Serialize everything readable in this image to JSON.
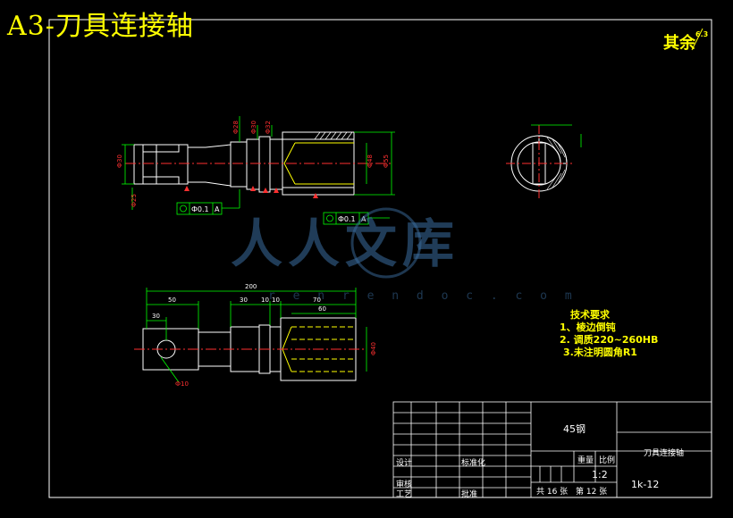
{
  "title": "A3-刀具连接轴",
  "roughness": "其余",
  "roughness_value": "6.3",
  "front_view": {
    "dims": [
      "Ф30",
      "Ф25",
      "Ф28",
      "Ф30",
      "Ф32",
      "Ф55",
      "Ф48"
    ],
    "tolerance_left": "Ф0.1",
    "datum_left": "A",
    "tolerance_right": "Ф0.1",
    "datum_right": "A"
  },
  "top_view": {
    "dims": [
      "200",
      "50",
      "30",
      "30",
      "10",
      "10",
      "70",
      "60",
      "Ф10",
      "Ф40"
    ]
  },
  "tech_requirements": {
    "heading": "技术要求",
    "items": [
      "1、棱边倒钝",
      "2. 调质220~260HB",
      "3.未注明圆角R1"
    ]
  },
  "title_block": {
    "material": "45钢",
    "part_name": "刀具连接轴",
    "weight_label": "重量",
    "scale_label": "比例",
    "scale": "1:2",
    "sheets_total": "共 16 张",
    "sheet_no": "第 12 张",
    "drawing_no": "1k-12",
    "designer": "设计",
    "standardization": "标准化",
    "reviewer": "审核",
    "process": "工艺",
    "approve": "批准"
  },
  "watermark": {
    "brand": "人人文库",
    "url": "r e n r e n d o c . c o m"
  }
}
